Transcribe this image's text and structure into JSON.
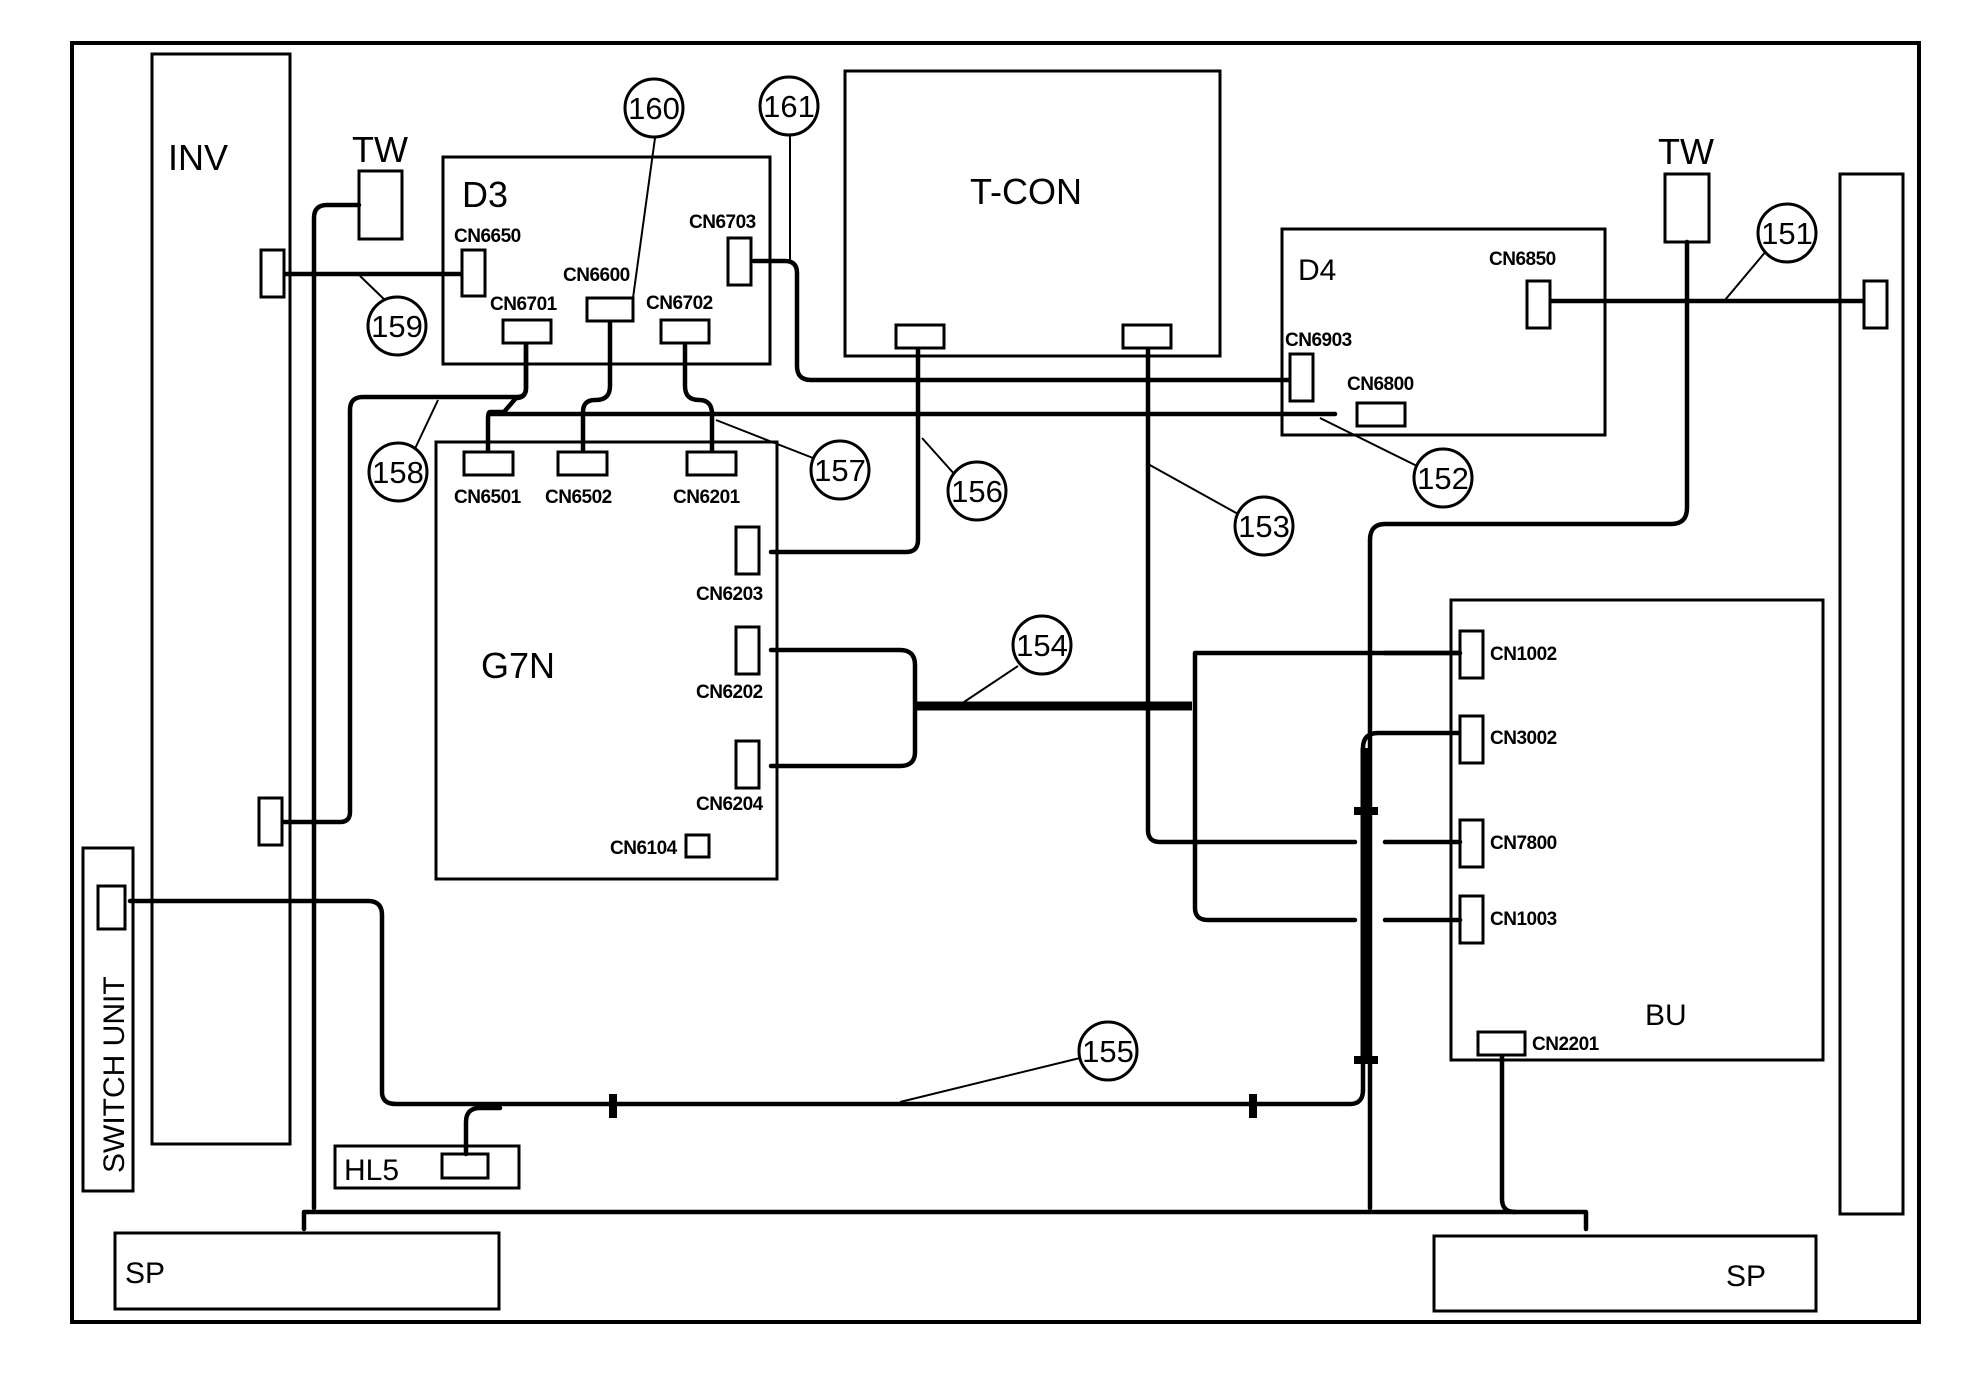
{
  "boards": {
    "inv": "INV",
    "tw_left": "TW",
    "tw_right": "TW",
    "d3": "D3",
    "tcon": "T-CON",
    "d4": "D4",
    "g7n": "G7N",
    "bu": "BU",
    "switch_unit": "SWITCH UNIT",
    "hl5": "HL5",
    "sp_left": "SP",
    "sp_right": "SP"
  },
  "connectors": {
    "cn6650": "CN6650",
    "cn6600": "CN6600",
    "cn6703": "CN6703",
    "cn6701": "CN6701",
    "cn6702": "CN6702",
    "cn6850": "CN6850",
    "cn6903": "CN6903",
    "cn6800": "CN6800",
    "cn6501": "CN6501",
    "cn6502": "CN6502",
    "cn6201": "CN6201",
    "cn6203": "CN6203",
    "cn6202": "CN6202",
    "cn6204": "CN6204",
    "cn6104": "CN6104",
    "cn1002": "CN1002",
    "cn3002": "CN3002",
    "cn7800": "CN7800",
    "cn1003": "CN1003",
    "cn2201": "CN2201"
  },
  "callouts": {
    "c151": "151",
    "c152": "152",
    "c153": "153",
    "c154": "154",
    "c155": "155",
    "c156": "156",
    "c157": "157",
    "c158": "158",
    "c159": "159",
    "c160": "160",
    "c161": "161"
  }
}
